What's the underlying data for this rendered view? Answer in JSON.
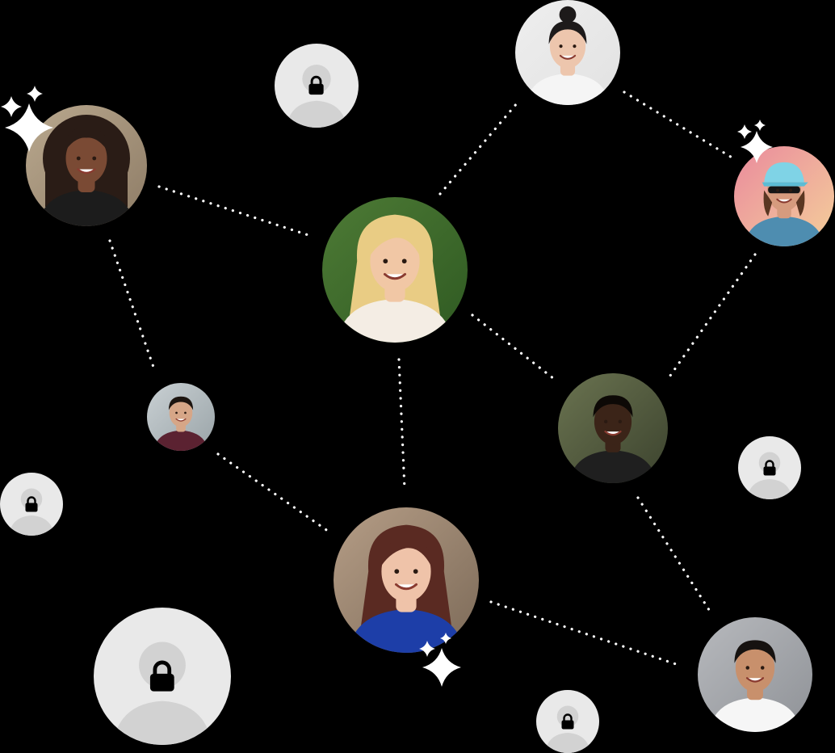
{
  "colors": {
    "background": "#000000",
    "connector": "#ffffff",
    "sparkle": "#ffffff",
    "lock": "#000000",
    "locked_avatar_bg": "#e9e9e9",
    "locked_silhouette": "#d2d2d2"
  },
  "people": [
    {
      "id": "center-woman",
      "kind": "visible",
      "skin": "#f1c7a5",
      "hair": "#e9cc84",
      "hair_style": "long",
      "shirt": "#f4ede4",
      "bg": "#4d7a35",
      "bg2": "#2f5a22"
    },
    {
      "id": "top-woman",
      "kind": "visible",
      "skin": "#edc6ad",
      "hair": "#1d1a1a",
      "hair_style": "bun",
      "shirt": "#f5f5f5",
      "bg": "#eeeeee",
      "bg2": "#e2e2e2"
    },
    {
      "id": "left-woman",
      "kind": "visible",
      "skin": "#7a4a34",
      "hair": "#2a1c16",
      "hair_style": "curly",
      "shirt": "#1c1c1c",
      "bg": "#b9a88e",
      "bg2": "#8e7c66"
    },
    {
      "id": "right-woman-cap",
      "kind": "visible",
      "skin": "#d69b7e",
      "hair": "#5a3622",
      "hair_style": "cap",
      "shirt": "#4e8db0",
      "bg": "#ea8a9d",
      "bg2": "#f4cf9a"
    },
    {
      "id": "small-man",
      "kind": "visible",
      "skin": "#d6a687",
      "hair": "#1c140f",
      "hair_style": "short",
      "shirt": "#5b2231",
      "bg": "#c9d0d3",
      "bg2": "#9aa4a8"
    },
    {
      "id": "right-man",
      "kind": "visible",
      "skin": "#3b2418",
      "hair": "#0d0906",
      "hair_style": "short",
      "shirt": "#1f1f1f",
      "bg": "#6a7350",
      "bg2": "#3c432e"
    },
    {
      "id": "bottom-woman",
      "kind": "visible",
      "skin": "#efc3a9",
      "hair": "#5a2a22",
      "hair_style": "long",
      "shirt": "#1d3ea8",
      "bg": "#b59d86",
      "bg2": "#7c6a58"
    },
    {
      "id": "bottom-right-man",
      "kind": "visible",
      "skin": "#c8906c",
      "hair": "#161210",
      "hair_style": "short",
      "shirt": "#f6f6f6",
      "bg": "#b7b9bd",
      "bg2": "#8f9297"
    },
    {
      "id": "locked-top",
      "kind": "locked",
      "icon": "lock-icon"
    },
    {
      "id": "locked-left",
      "kind": "locked",
      "icon": "lock-icon"
    },
    {
      "id": "locked-right",
      "kind": "locked",
      "icon": "lock-icon"
    },
    {
      "id": "locked-bottom-left",
      "kind": "locked",
      "icon": "lock-icon"
    },
    {
      "id": "locked-bottom",
      "kind": "locked",
      "icon": "lock-icon"
    }
  ],
  "connections": [
    [
      "left-woman",
      "center-woman"
    ],
    [
      "center-woman",
      "top-woman"
    ],
    [
      "top-woman",
      "right-woman-cap"
    ],
    [
      "right-woman-cap",
      "right-man"
    ],
    [
      "center-woman",
      "right-man"
    ],
    [
      "center-woman",
      "bottom-woman"
    ],
    [
      "left-woman",
      "small-man"
    ],
    [
      "small-man",
      "bottom-woman"
    ],
    [
      "bottom-woman",
      "bottom-right-man"
    ],
    [
      "right-man",
      "bottom-right-man"
    ]
  ],
  "sparkles": [
    {
      "near": "left-woman",
      "icon": "sparkle-icon"
    },
    {
      "near": "right-woman-cap",
      "icon": "sparkle-icon"
    },
    {
      "near": "bottom-woman",
      "icon": "sparkle-icon"
    }
  ]
}
